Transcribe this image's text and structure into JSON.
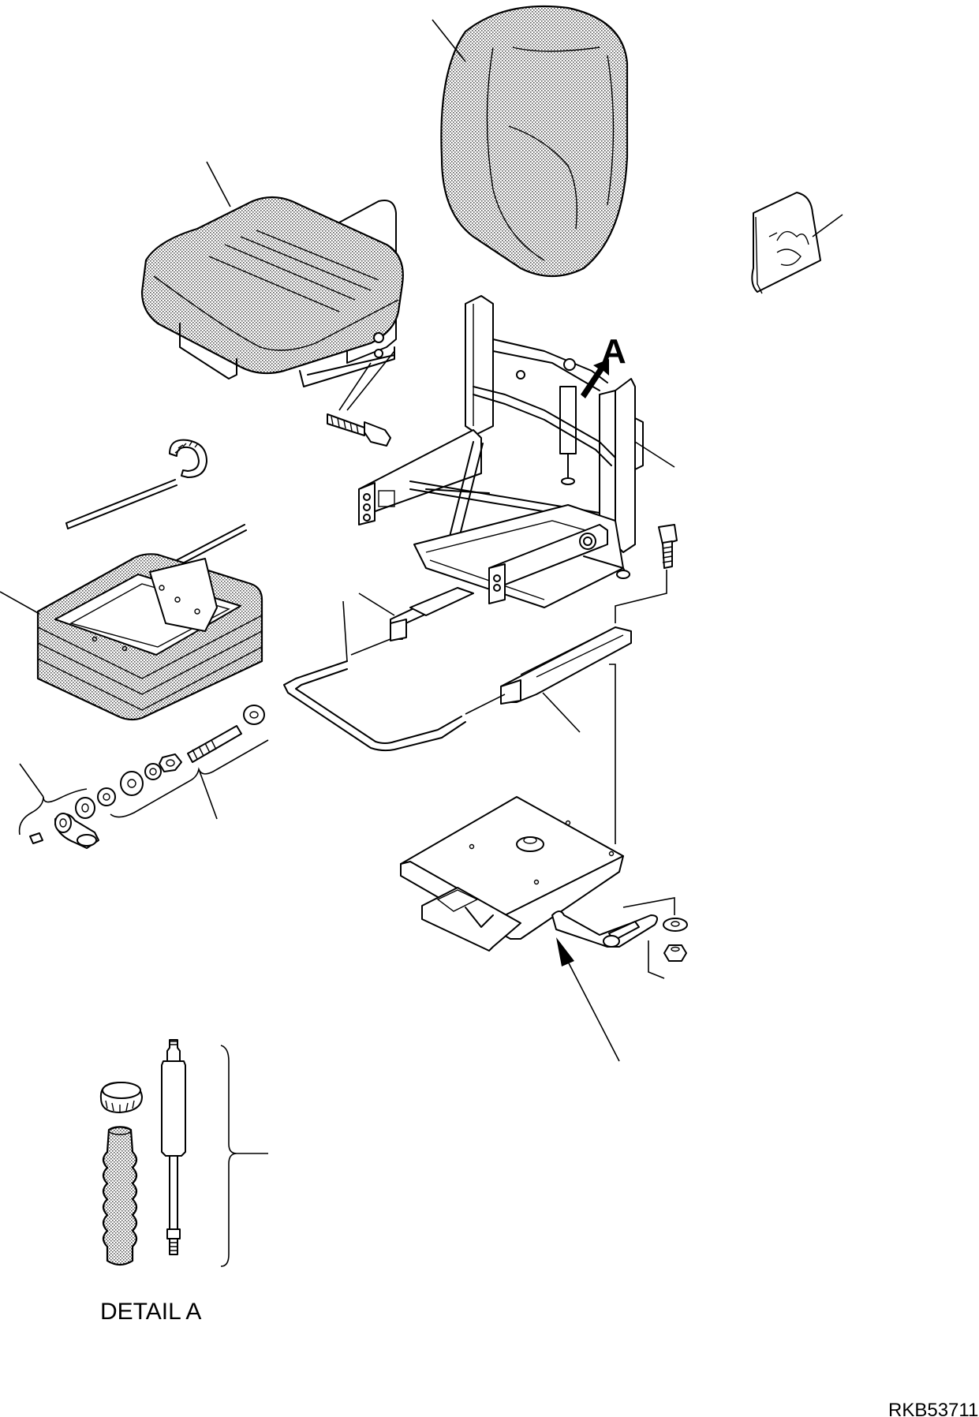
{
  "labels": {
    "detail_callout": "A",
    "detail_caption": "DETAIL A",
    "drawing_number": "RKB53711"
  }
}
